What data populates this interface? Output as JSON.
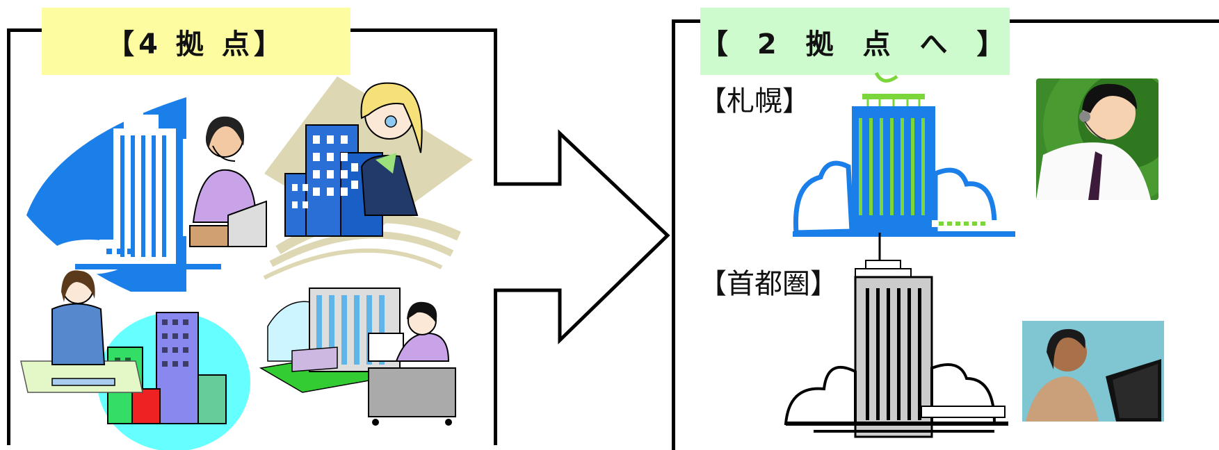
{
  "left_panel": {
    "title": "【4 拠 点】",
    "title_bg": "#fdfca0"
  },
  "right_panel": {
    "title": "【 2 拠 点 へ 】",
    "title_bg": "#cdfbcd",
    "regions": [
      {
        "label": "【札幌】"
      },
      {
        "label": "【首都圏】"
      }
    ]
  },
  "colors": {
    "border": "#000000",
    "blue_accent": "#1a7fe8",
    "green_accent": "#7ad63a"
  },
  "icons": [
    "building-icon",
    "operator-icon",
    "headset-icon",
    "computer-icon",
    "arrow-right-icon",
    "cloud-icon"
  ]
}
